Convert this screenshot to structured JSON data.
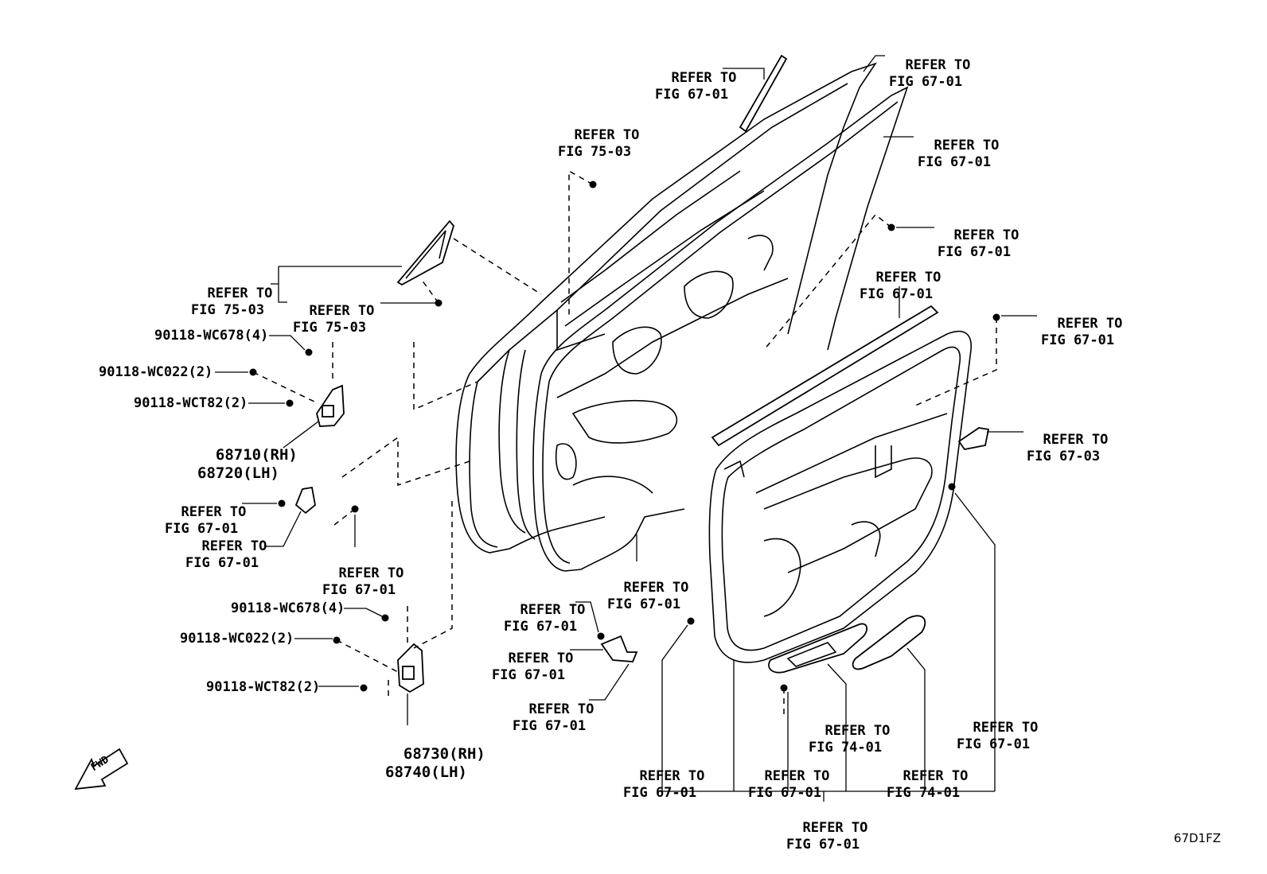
{
  "figure_id": "67D1FZ",
  "fwd_label": "FWD",
  "labels": {
    "l1": {
      "line1": "REFER TO",
      "line2": "FIG 67-01"
    },
    "l2": {
      "line1": "REFER TO",
      "line2": "FIG 67-01"
    },
    "l3": {
      "line1": "REFER TO",
      "line2": "FIG 75-03"
    },
    "l4": {
      "line1": "REFER TO",
      "line2": "FIG 67-01"
    },
    "l5": {
      "line1": "REFER TO",
      "line2": "FIG 67-01"
    },
    "l6": {
      "line1": "REFER TO",
      "line2": "FIG 75-03"
    },
    "l7": {
      "line1": "REFER TO",
      "line2": "FIG 75-03"
    },
    "l8": {
      "line1": "REFER TO",
      "line2": "FIG 67-01"
    },
    "l9": {
      "line1": "REFER TO",
      "line2": "FIG 67-01"
    },
    "l10": {
      "line1": "REFER TO",
      "line2": "FIG 67-03"
    },
    "l11": {
      "line1": "REFER TO",
      "line2": "FIG 67-01"
    },
    "l12": {
      "line1": "REFER TO",
      "line2": "FIG 67-01"
    },
    "l13": {
      "line1": "REFER TO",
      "line2": "FIG 67-01"
    },
    "l14": {
      "line1": "REFER TO",
      "line2": "FIG 67-01"
    },
    "l15": {
      "line1": "REFER TO",
      "line2": "FIG 67-01"
    },
    "l16": {
      "line1": "REFER TO",
      "line2": "FIG 67-01"
    },
    "l17": {
      "line1": "REFER TO",
      "line2": "FIG 67-01"
    },
    "l18": {
      "line1": "REFER TO",
      "line2": "FIG 74-01"
    },
    "l19": {
      "line1": "REFER TO",
      "line2": "FIG 67-01"
    },
    "l20": {
      "line1": "REFER TO",
      "line2": "FIG 67-01"
    },
    "l21": {
      "line1": "REFER TO",
      "line2": "FIG 67-01"
    },
    "l22": {
      "line1": "REFER TO",
      "line2": "FIG 74-01"
    },
    "l23": {
      "line1": "REFER TO",
      "line2": "FIG 67-01"
    }
  },
  "part_codes": {
    "upper_wc678": "90118-WC678(4)",
    "upper_wc022": "90118-WC022(2)",
    "upper_wct82": "90118-WCT82(2)",
    "lower_wc678": "90118-WC678(4)",
    "lower_wc022": "90118-WC022(2)",
    "lower_wct82": "90118-WCT82(2)"
  },
  "part_numbers": {
    "upper_hinge_rh": "68710(RH)",
    "upper_hinge_lh": "68720(LH)",
    "lower_hinge_rh": "68730(RH)",
    "lower_hinge_lh": "68740(LH)"
  }
}
